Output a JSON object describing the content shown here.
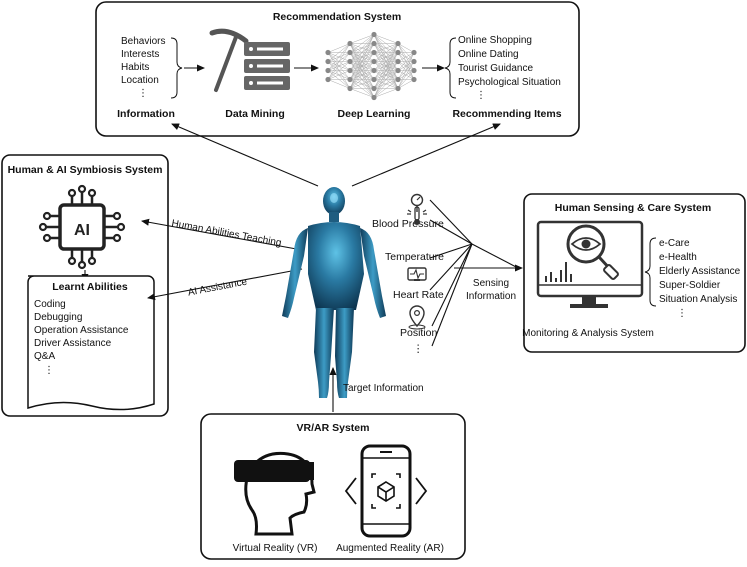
{
  "recommendation": {
    "title": "Recommendation System",
    "info_items": [
      "Behaviors",
      "Interests",
      "Habits",
      "Location"
    ],
    "more": "⋮",
    "stages": [
      "Information",
      "Data Mining",
      "Deep Learning",
      "Recommending Items"
    ],
    "rec_items": [
      "Online Shopping",
      "Online Dating",
      "Tourist Guidance",
      "Psychological Situation"
    ]
  },
  "symbiosis": {
    "title": "Human & AI Symbiosis System",
    "ai_chip_label": "AI",
    "learnt_title": "Learnt Abilities",
    "abilities": [
      "Coding",
      "Debugging",
      "Operation Assistance",
      "Driver Assistance",
      "Q&A"
    ],
    "more": "⋮",
    "arrow_teaching": "Human Abilities Teaching",
    "arrow_assistance": "AI Assistance"
  },
  "sensing": {
    "title": "Human Sensing & Care System",
    "sensors": [
      "Blood Pressure",
      "Temperature",
      "Heart Rate",
      "Position"
    ],
    "more": "⋮",
    "info_label_1": "Sensing",
    "info_label_2": "Information",
    "monitor_caption": "Monitoring & Analysis System",
    "care_items": [
      "e-Care",
      "e-Health",
      "Elderly Assistance",
      "Super-Soldier",
      "Situation Analysis"
    ],
    "care_more": "⋮"
  },
  "vrar": {
    "title": "VR/AR System",
    "target_info": "Target Information",
    "vr_caption": "Virtual Reality (VR)",
    "ar_caption": "Augmented Reality (AR)"
  },
  "colors": {
    "body_main": "#1f5d80",
    "body_light": "#4fb0d6",
    "line": "#111111"
  },
  "icons": [
    "pickaxe-icon",
    "server-icon",
    "neural-network-icon",
    "ai-chip-icon",
    "gauge-icon",
    "thermometer-icon",
    "heart-rate-monitor-icon",
    "location-pin-icon",
    "eye-magnifier-icon",
    "bar-chart-icon",
    "vr-headset-icon",
    "ar-phone-icon",
    "human-body-figure"
  ]
}
